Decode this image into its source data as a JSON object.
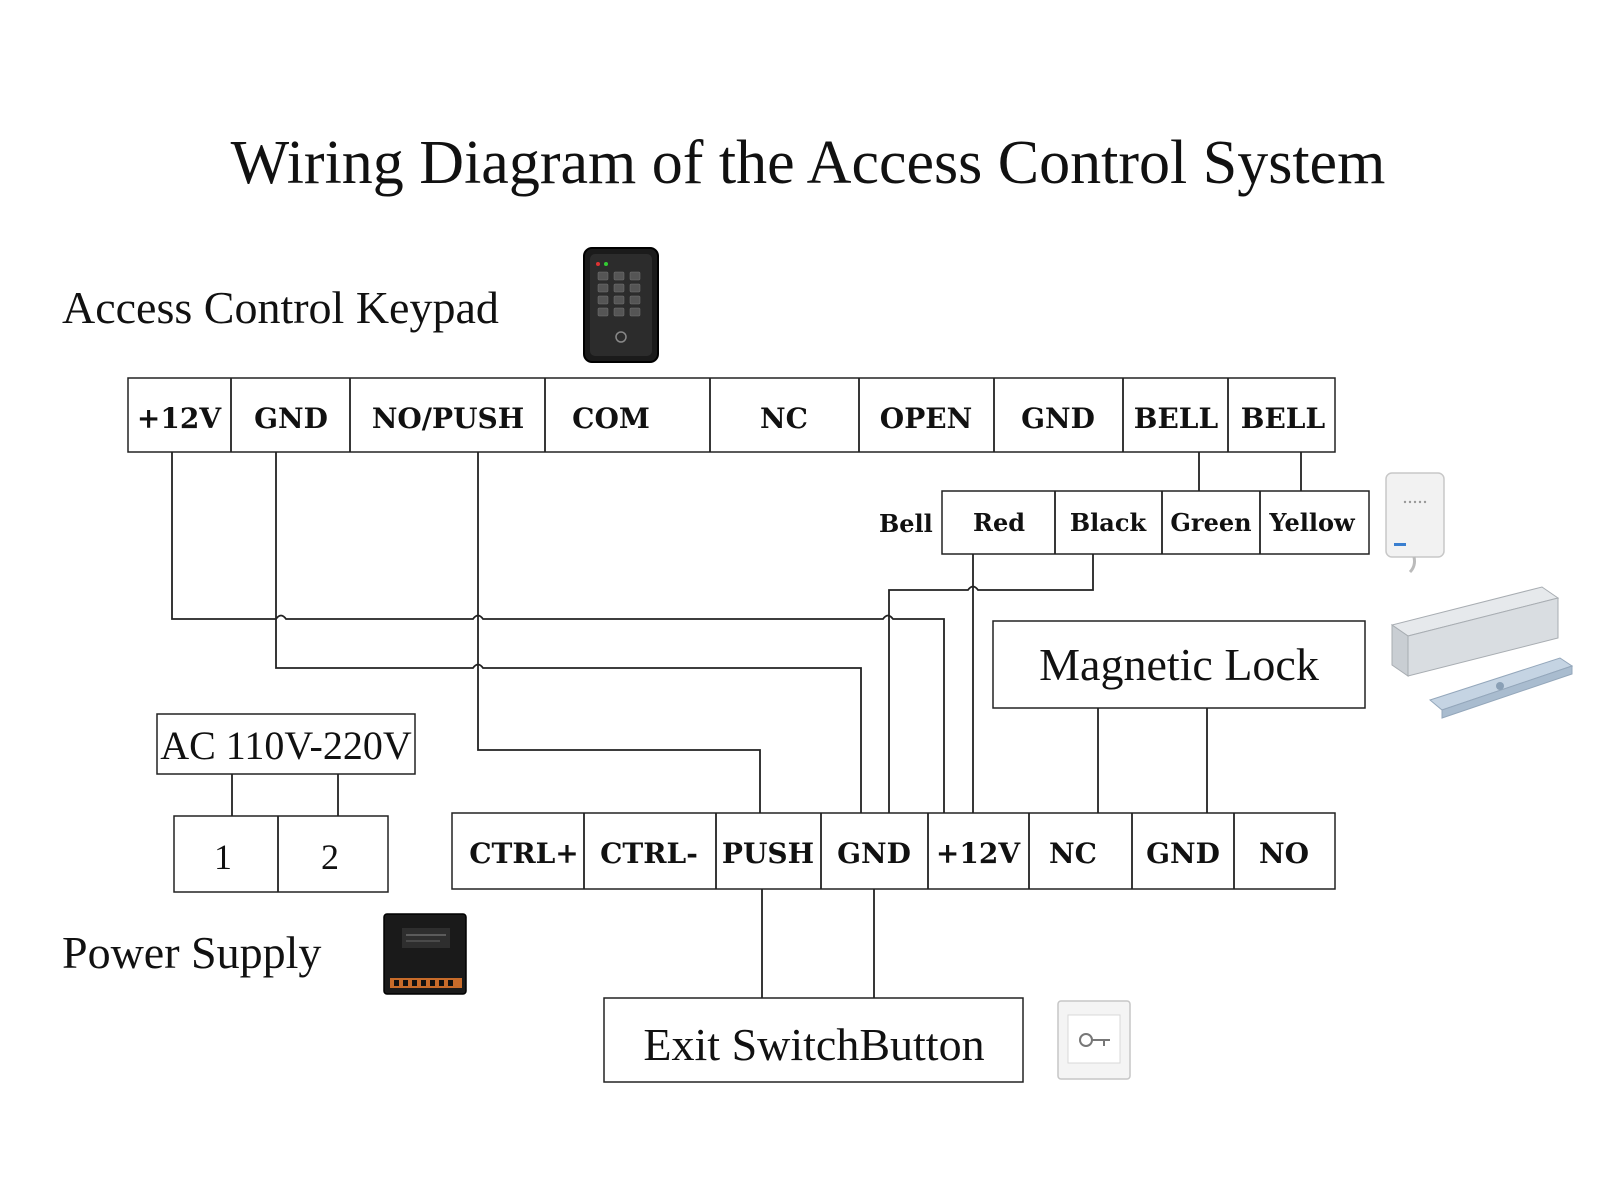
{
  "title": "Wiring Diagram of the Access Control System",
  "keypad": {
    "label": "Access Control Keypad",
    "terminals": [
      "+12V",
      "GND",
      "NO/PUSH",
      "COM",
      "NC",
      "OPEN",
      "GND",
      "BELL",
      "BELL"
    ],
    "icon": "keypad-device-icon"
  },
  "bell": {
    "label": "Bell",
    "terminals": [
      "Red",
      "Black",
      "Green",
      "Yellow"
    ],
    "icon": "doorbell-icon"
  },
  "magnetic_lock": {
    "label": "Magnetic Lock",
    "icon": "magnetic-lock-icon"
  },
  "ac_input": {
    "label": "AC 110V-220V",
    "terminals": [
      "1",
      "2"
    ]
  },
  "power_supply": {
    "label": "Power Supply",
    "terminals": [
      "CTRL+",
      "CTRL-",
      "PUSH",
      "GND",
      "+12V",
      "NC",
      "GND",
      "NO"
    ],
    "icon": "power-supply-icon"
  },
  "exit_button": {
    "label": "Exit SwitchButton",
    "icon": "exit-button-icon"
  }
}
